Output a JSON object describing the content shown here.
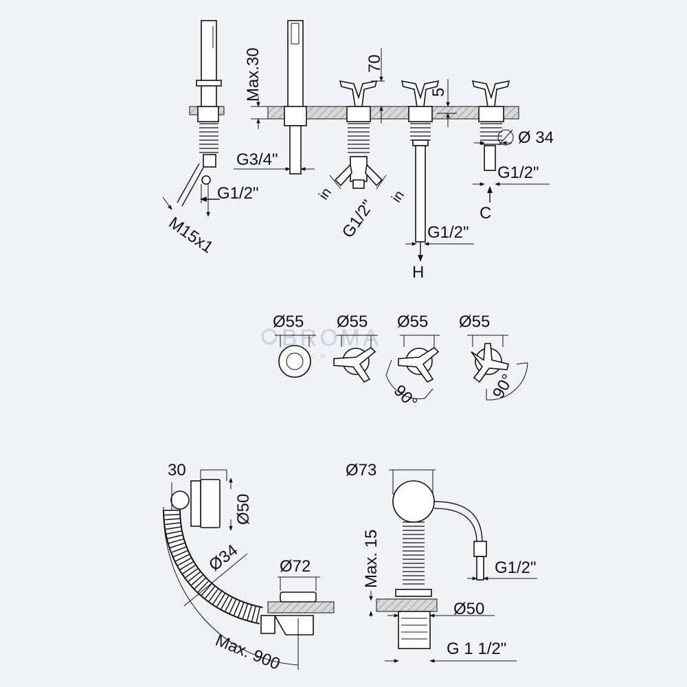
{
  "watermark": {
    "brand": "BROMA",
    "tagline": "FLOW"
  },
  "top_view_labels": {
    "max30": "Max.30",
    "d70": "70",
    "d5": "5",
    "dia34": "Ø 34",
    "g34": "G3/4\"",
    "g12_hand": "G1/2\"",
    "m15": "M15x1",
    "g12_div": "G1/2\"",
    "in_left": "in",
    "in_right": "in",
    "g12_h": "G1/2\"",
    "h": "H",
    "g12_c": "G1/2\"",
    "c": "C"
  },
  "plan_view_labels": {
    "d55_1": "Ø55",
    "d55_2": "Ø55",
    "d55_3": "Ø55",
    "d55_4": "Ø55",
    "a90_1": "90°",
    "a90_2": "90°"
  },
  "waste_labels": {
    "d30": "30",
    "d50": "Ø50",
    "d34": "Ø34",
    "d72": "Ø72",
    "max900": "Max. 900"
  },
  "spout_labels": {
    "d73": "Ø73",
    "max15": "Max. 15",
    "g12": "G1/2\"",
    "d50": "Ø50",
    "g112": "G 1 1/2\""
  }
}
